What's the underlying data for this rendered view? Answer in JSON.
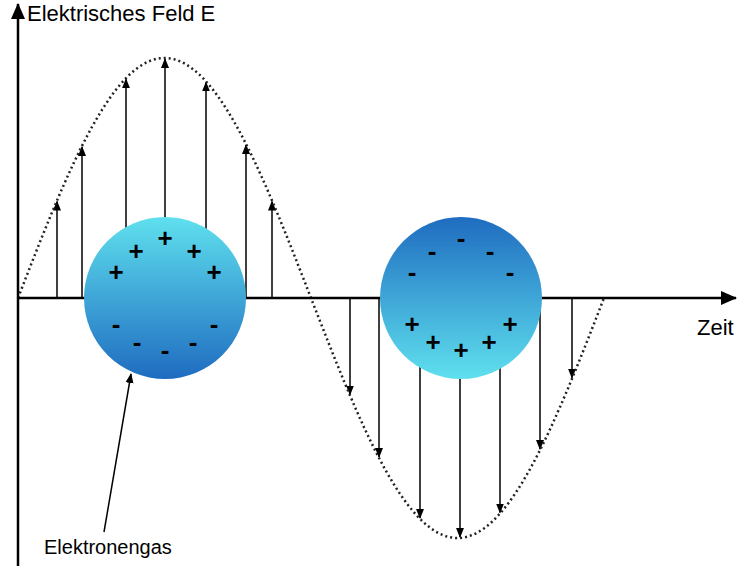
{
  "diagram": {
    "nodes": [
      {
        "text": [
          "+",
          "+",
          "+",
          "+",
          "+",
          "-",
          "-",
          "-",
          "-",
          "-"
        ]
      },
      {
        "text": [
          "-",
          "-",
          "-",
          "-",
          "-",
          "+",
          "+",
          "+",
          "+",
          "+"
        ]
      }
    ],
    "labels": [
      "Elektrisches Feld E",
      "Zeit",
      "Elektronengas"
    ]
  }
}
